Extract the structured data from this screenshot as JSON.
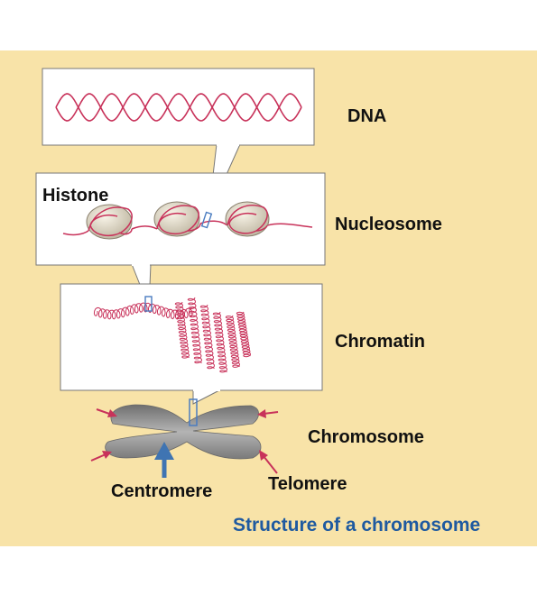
{
  "labels": {
    "dna": "DNA",
    "histone": "Histone",
    "nucleosome": "Nucleosome",
    "chromatin": "Chromatin",
    "chromosome": "Chromosome",
    "centromere": "Centromere",
    "telomere": "Telomere"
  },
  "title": "Structure of a chromosome",
  "colors": {
    "background": "#f8e3a8",
    "dna_strand": "#c8325a",
    "histone": "#ddd6c2",
    "chromosome": "#8a8a8a",
    "centromere_arrow": "#3f74b2",
    "telomere_arrow": "#c8325a",
    "title": "#1f5aa0",
    "zoom_box": "#4a7cc0"
  },
  "icons": {
    "centromere_pointer": "up-arrow-icon",
    "telomere_pointer": "arrow-icon"
  }
}
